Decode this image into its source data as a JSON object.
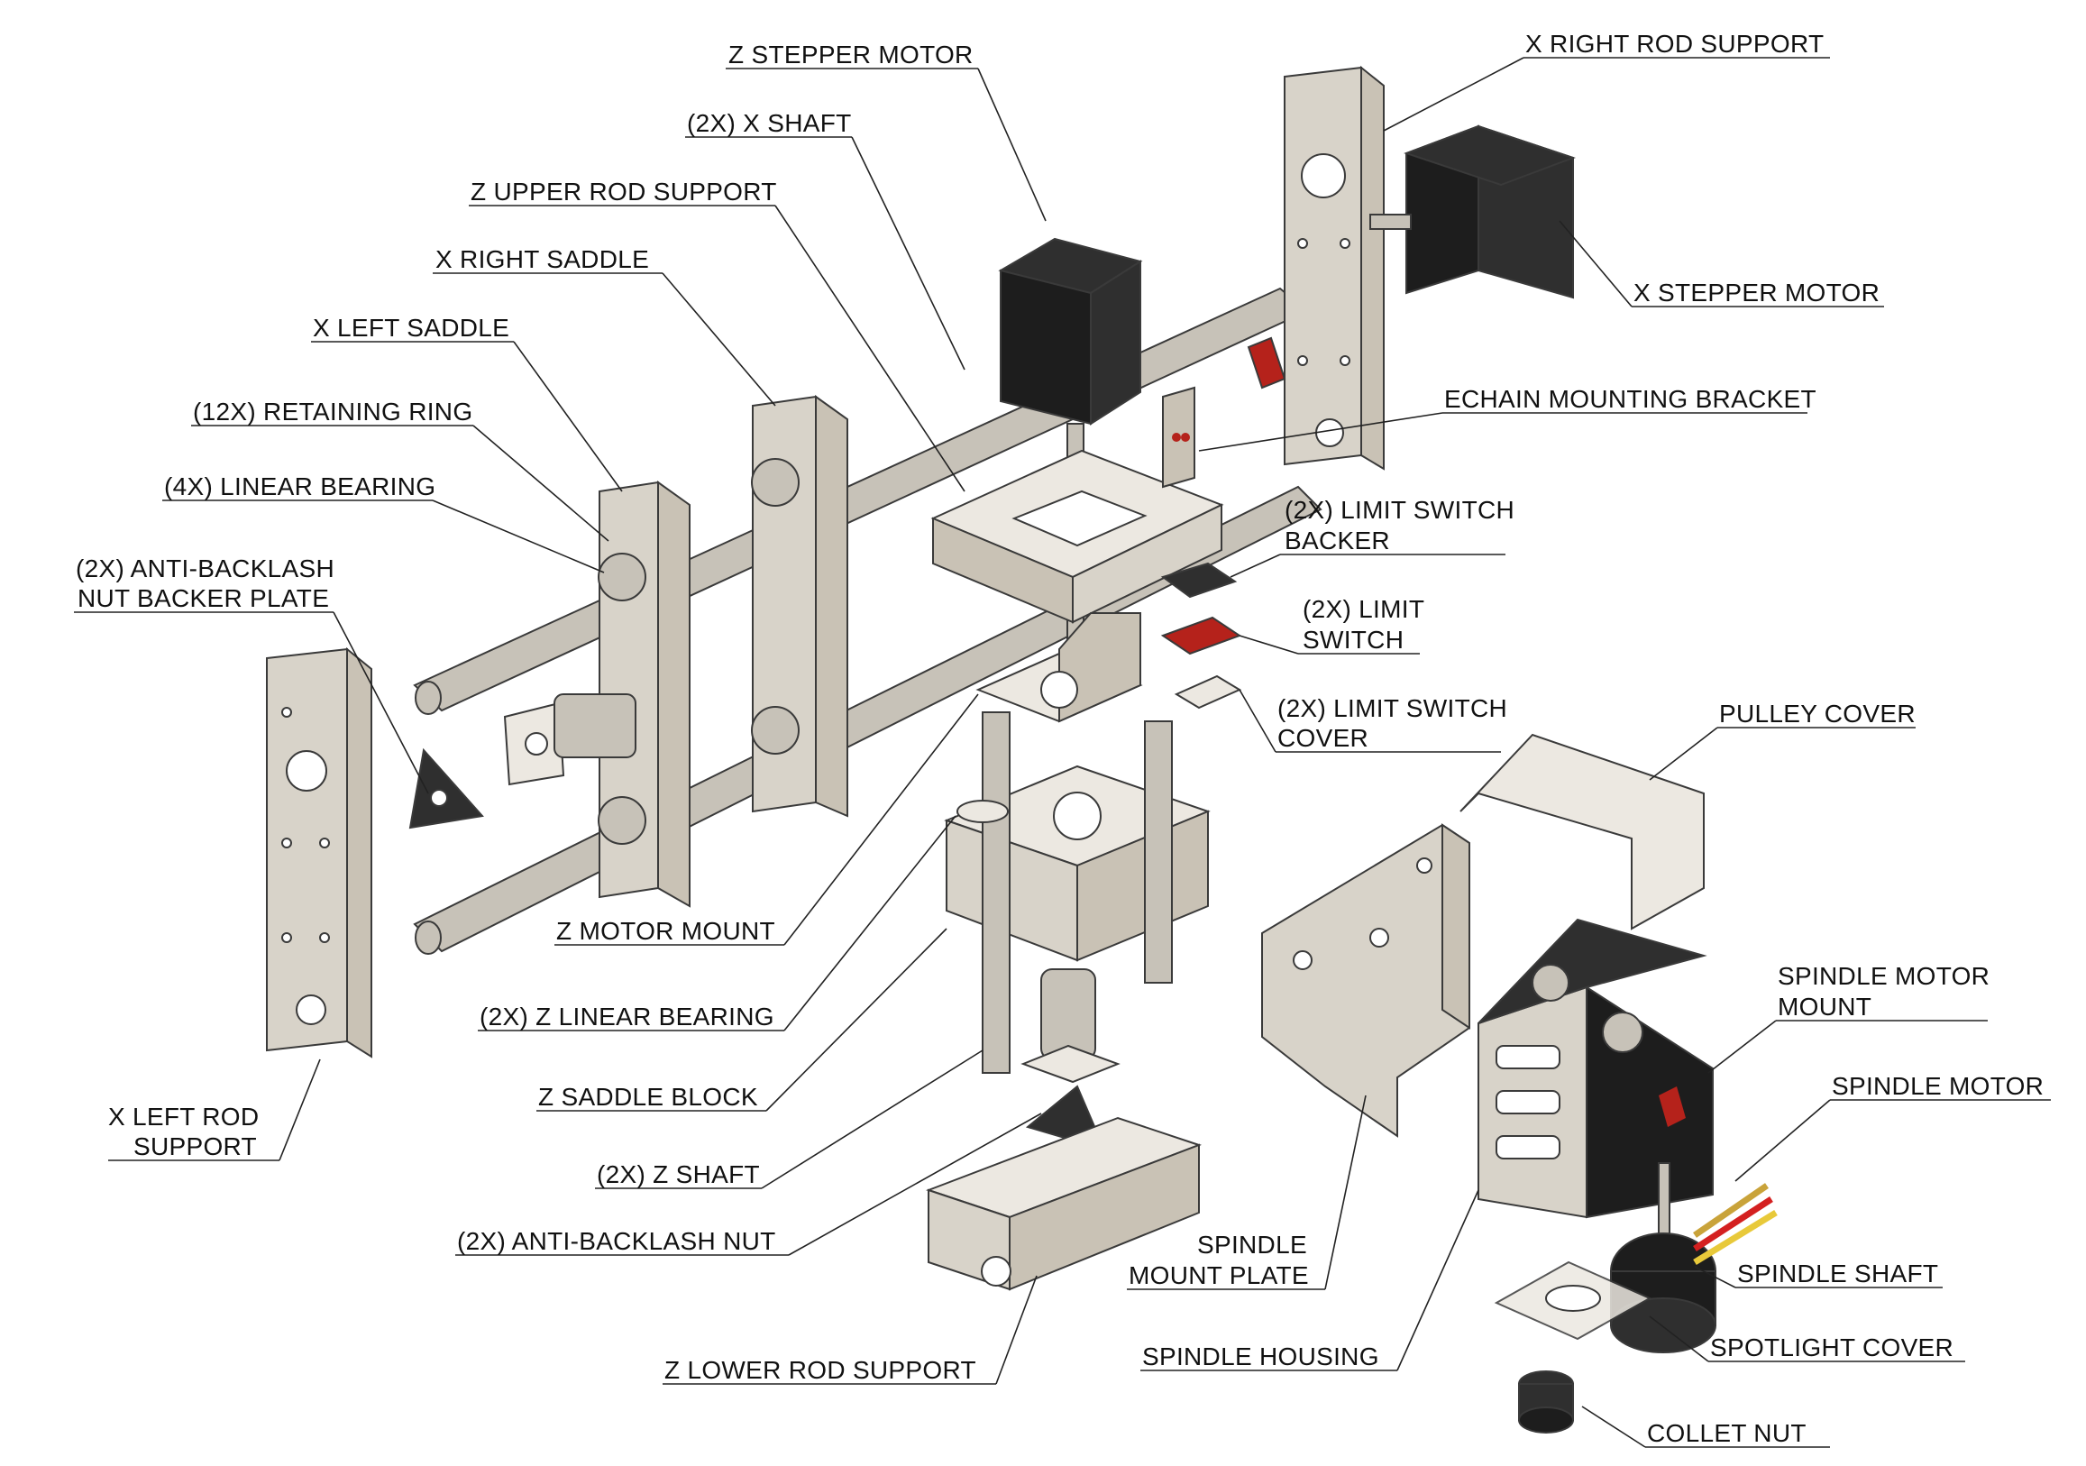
{
  "diagram": {
    "labels": {
      "z_stepper_motor": "Z STEPPER MOTOR",
      "x_shaft": "(2X) X SHAFT",
      "z_upper_rod_support": "Z UPPER ROD SUPPORT",
      "x_right_saddle": "X RIGHT SADDLE",
      "x_left_saddle": "X LEFT SADDLE",
      "retaining_ring": "(12X) RETAINING RING",
      "linear_bearing": "(4X) LINEAR BEARING",
      "anti_backlash_backer_1": "(2X) ANTI-BACKLASH",
      "anti_backlash_backer_2": "NUT BACKER PLATE",
      "x_left_rod_support_1": "X LEFT ROD",
      "x_left_rod_support_2": "SUPPORT",
      "z_motor_mount": "Z MOTOR MOUNT",
      "z_linear_bearing": "(2X) Z LINEAR BEARING",
      "z_saddle_block": "Z SADDLE BLOCK",
      "z_shaft": "(2X) Z SHAFT",
      "anti_backlash_nut": "(2X) ANTI-BACKLASH NUT",
      "z_lower_rod_support": "Z LOWER ROD SUPPORT",
      "x_right_rod_support": "X RIGHT ROD SUPPORT",
      "x_stepper_motor": "X STEPPER MOTOR",
      "echain_mounting_bracket": "ECHAIN MOUNTING BRACKET",
      "limit_switch_backer_1": "(2X) LIMIT SWITCH",
      "limit_switch_backer_2": "BACKER",
      "limit_switch_1": "(2X) LIMIT",
      "limit_switch_2": "SWITCH",
      "limit_switch_cover_1": "(2X) LIMIT SWITCH",
      "limit_switch_cover_2": "COVER",
      "pulley_cover": "PULLEY COVER",
      "spindle_motor_mount_1": "SPINDLE MOTOR",
      "spindle_motor_mount_2": "MOUNT",
      "spindle_motor": "SPINDLE MOTOR",
      "spindle_mount_plate_1": "SPINDLE",
      "spindle_mount_plate_2": "MOUNT PLATE",
      "spindle_shaft": "SPINDLE SHAFT",
      "spindle_housing": "SPINDLE HOUSING",
      "spotlight_cover": "SPOTLIGHT COVER",
      "collet_nut": "COLLET NUT"
    },
    "colors": {
      "aluminum": "#d8d3c9",
      "motor": "#1d1d1d",
      "pcb": "#b5221b",
      "line": "#222222"
    }
  }
}
